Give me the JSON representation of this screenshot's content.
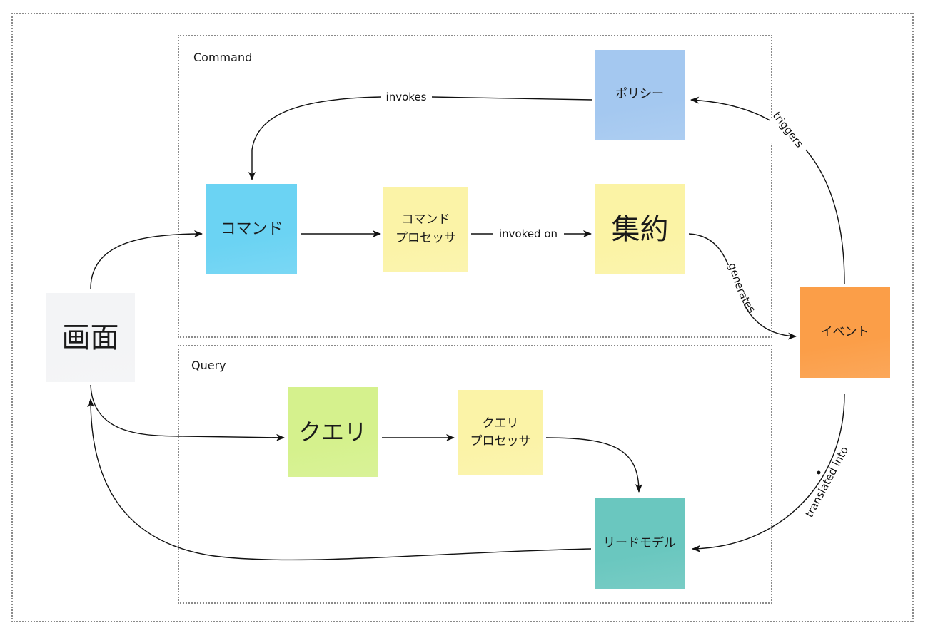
{
  "groups": {
    "command": "Command",
    "query": "Query"
  },
  "nodes": {
    "screen": {
      "label": "画面",
      "color": "#f3f4f6"
    },
    "command": {
      "label": "コマンド",
      "color": "#6bd3f3"
    },
    "command_processor": {
      "label": "コマンド\nプロセッサ",
      "color": "#fbf3a7"
    },
    "aggregate": {
      "label": "集約",
      "color": "#fbf3a5"
    },
    "policy": {
      "label": "ポリシー",
      "color": "#a4c8f0"
    },
    "event": {
      "label": "イベント",
      "color": "#fb9e48"
    },
    "query": {
      "label": "クエリ",
      "color": "#d5f18d"
    },
    "query_processor": {
      "label": "クエリ\nプロセッサ",
      "color": "#fbf3a7"
    },
    "read_model": {
      "label": "リードモデル",
      "color": "#6ac7bf"
    }
  },
  "edges": {
    "invokes": "invokes",
    "invoked_on": "invoked on",
    "generates": "generates",
    "triggers": "triggers",
    "translated_into": "translated into"
  }
}
